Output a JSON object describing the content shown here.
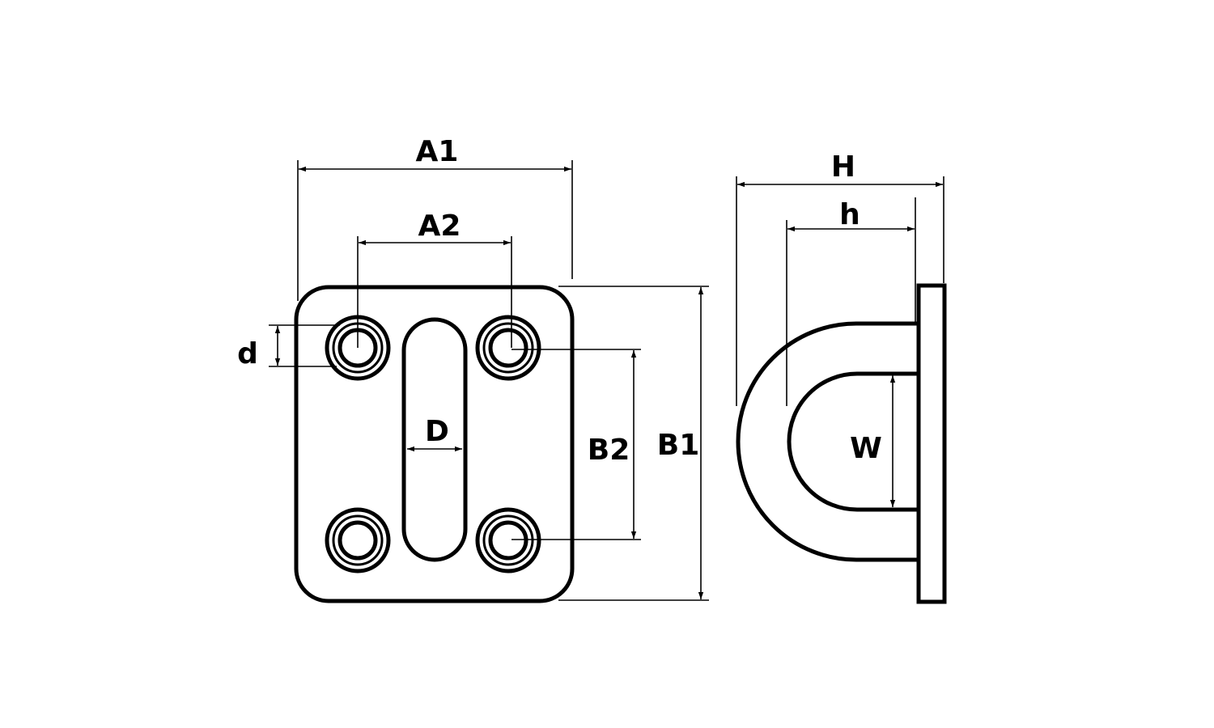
{
  "labels": {
    "A1": "A1",
    "A2": "A2",
    "d": "d",
    "D": "D",
    "B2": "B2",
    "B1": "B1",
    "H": "H",
    "h": "h",
    "W": "W"
  },
  "colors": {
    "line": "#000000",
    "background": "#ffffff"
  }
}
